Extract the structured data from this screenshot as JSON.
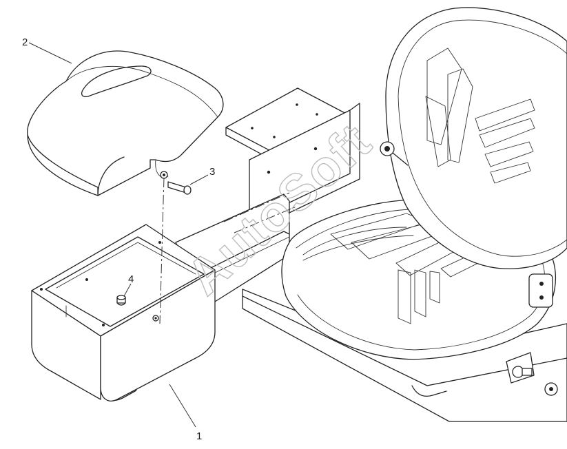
{
  "callouts": [
    {
      "id": "1",
      "label": "1"
    },
    {
      "id": "2",
      "label": "2"
    },
    {
      "id": "3",
      "label": "3"
    },
    {
      "id": "4",
      "label": "4"
    }
  ],
  "watermark": {
    "text": "AutoSoft"
  },
  "colors": {
    "line": "#222222",
    "watermark": "#bdbdbd",
    "background": "#ffffff"
  }
}
